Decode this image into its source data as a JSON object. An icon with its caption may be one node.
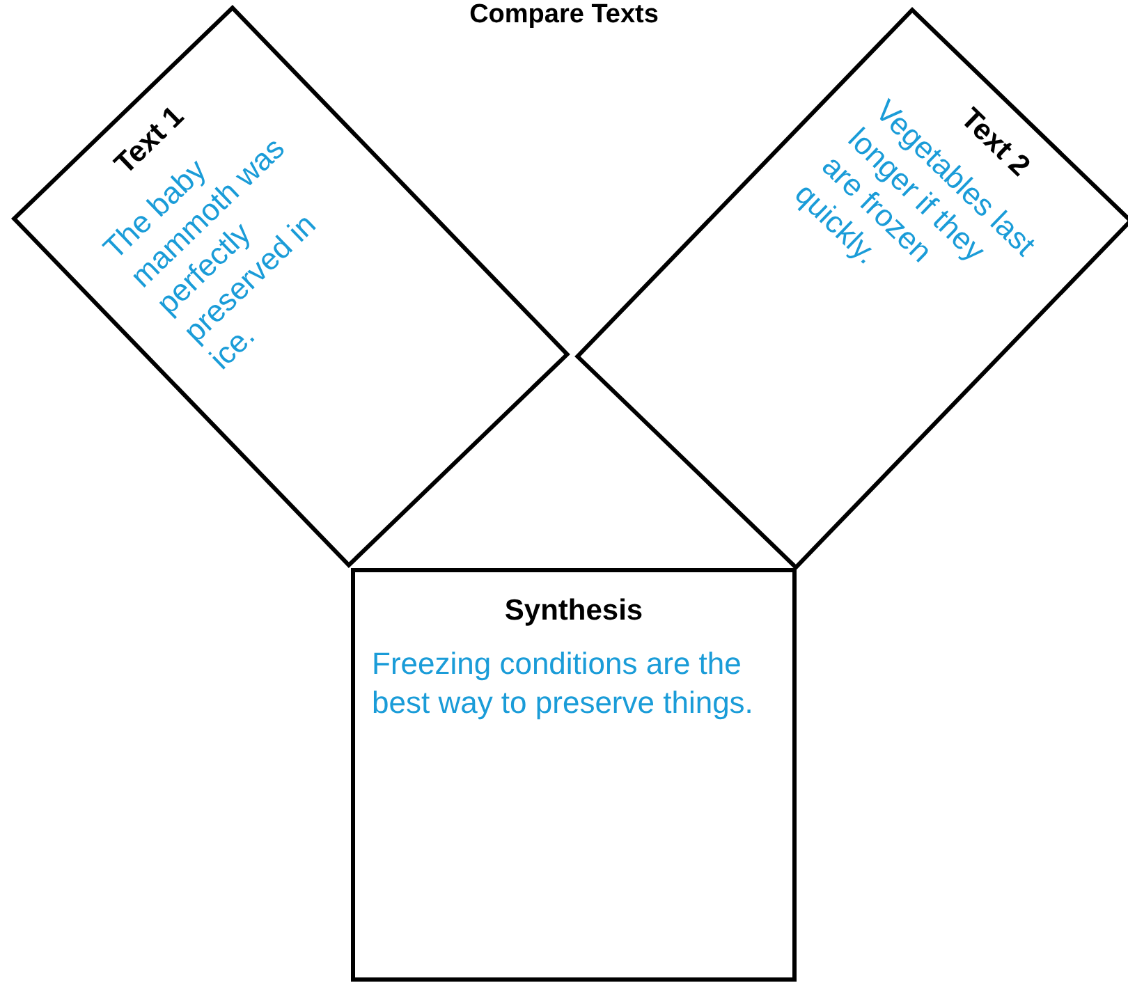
{
  "diagram": {
    "title": "Compare Texts",
    "nodes": [
      {
        "text": [
          "Text 1",
          "The baby mammoth was perfectly preserved in ice."
        ]
      },
      {
        "text": [
          "Text 2",
          "Vegetables last longer if they are frozen quickly."
        ]
      },
      {
        "text": [
          "Synthesis",
          "Freezing conditions are the best way to preserve things."
        ]
      }
    ],
    "edges": []
  }
}
